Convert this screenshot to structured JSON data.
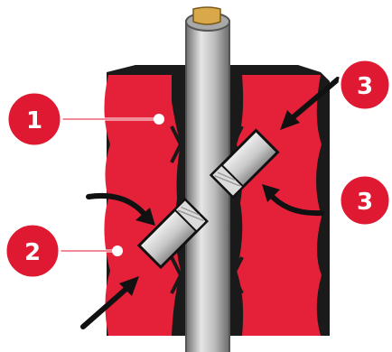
{
  "colors": {
    "housing_red": "#e5213a",
    "housing_dark": "#1a1a1a",
    "callout_red": "#e01932",
    "cable_light": "#d5d5d5",
    "cable_dark": "#7a7a7a",
    "core_tan": "#d9a84a",
    "cutter_light": "#e8e8e8",
    "cutter_dark": "#8d8d8d"
  },
  "callouts": [
    {
      "label": "1",
      "icon": "leader-line-to-housing"
    },
    {
      "label": "2",
      "icon": "leader-line-to-housing"
    },
    {
      "label": "3",
      "icon": "arrow-pointing-to-upper-blade"
    },
    {
      "label": "3",
      "icon": "arrow-pointing-to-upper-blade"
    }
  ]
}
